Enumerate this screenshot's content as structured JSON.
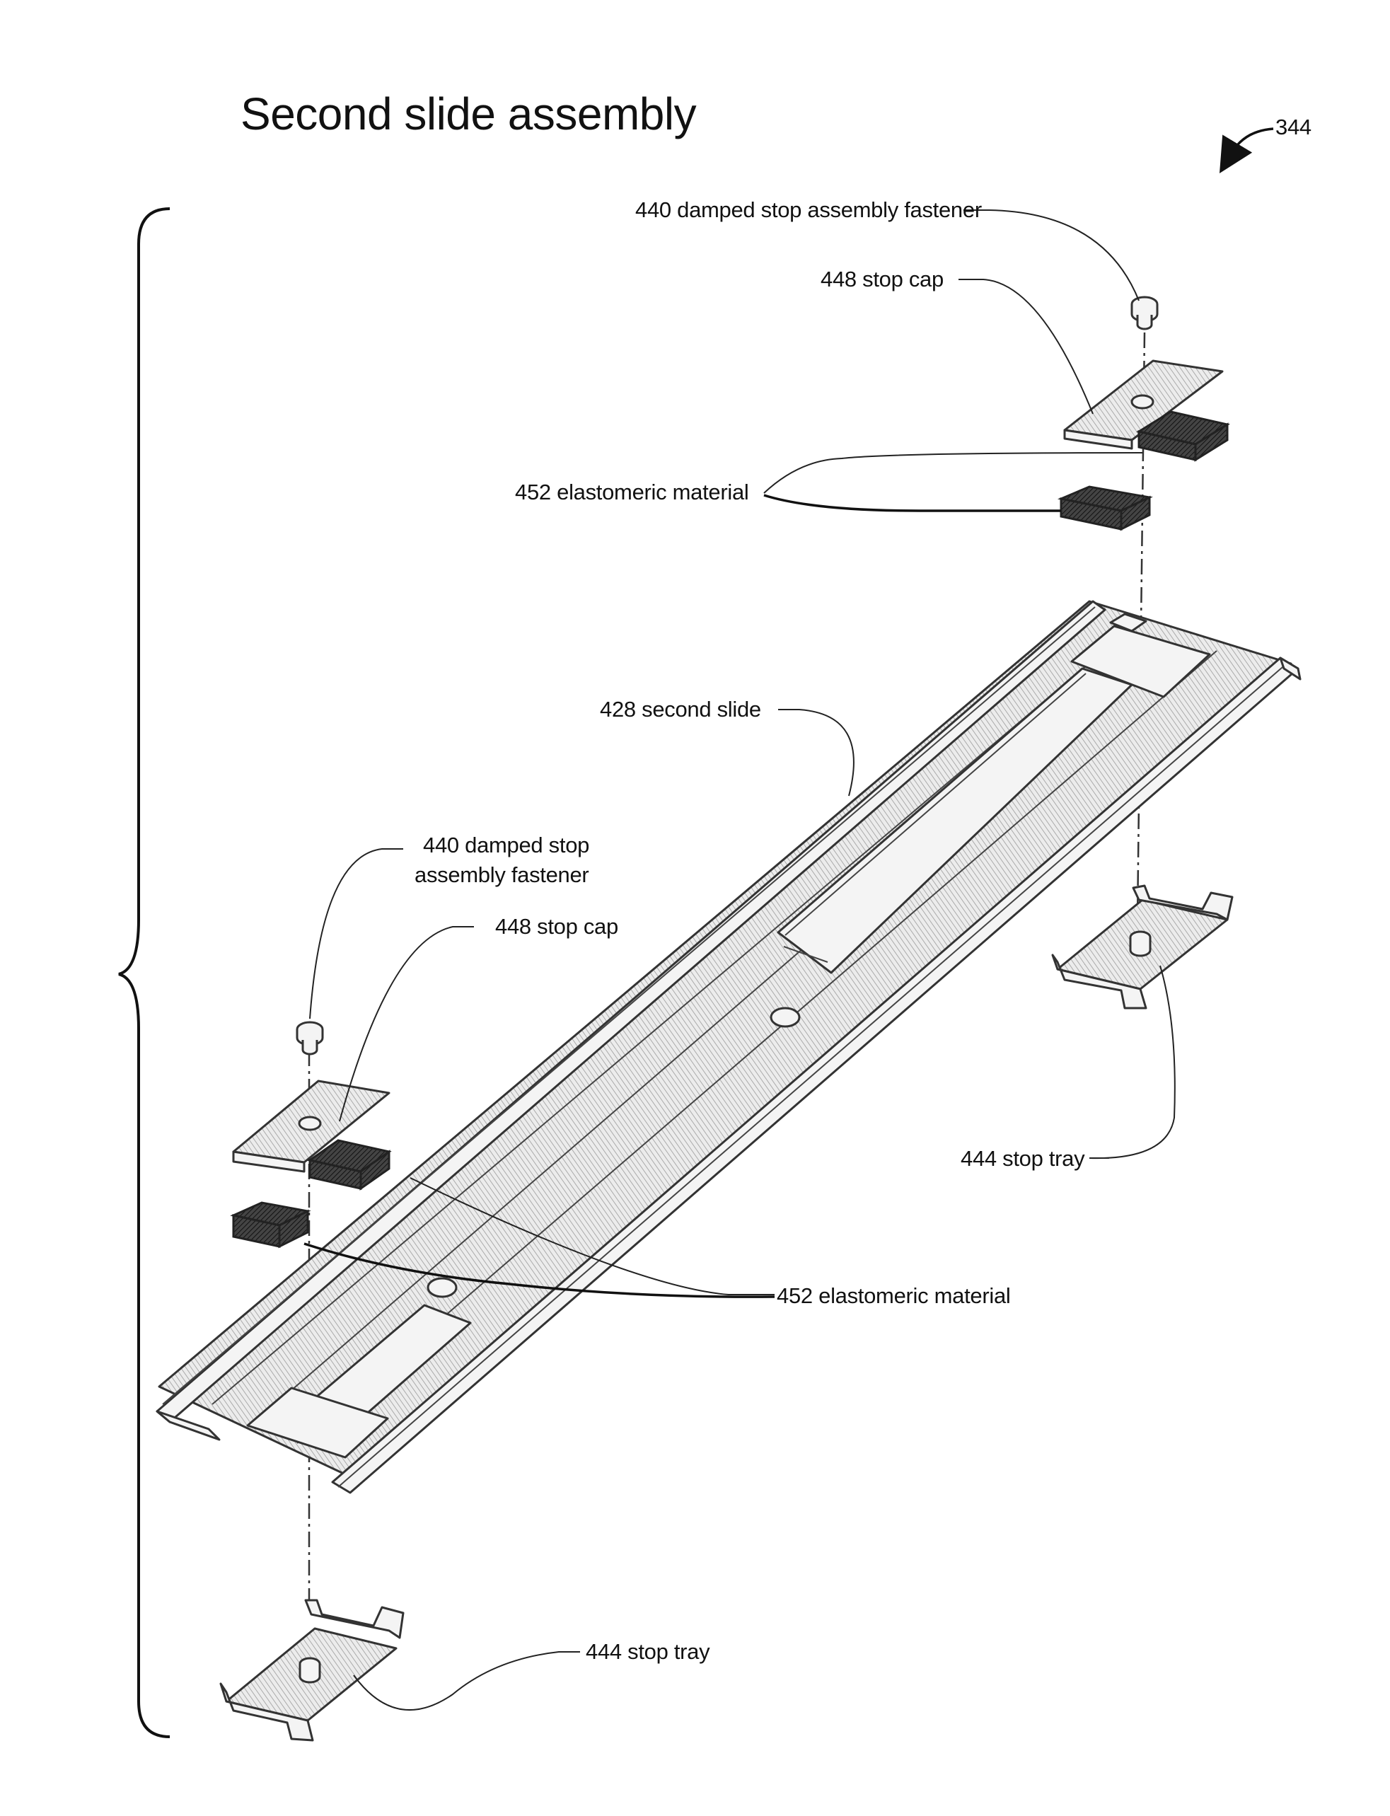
{
  "figure": {
    "title": "Second slide assembly",
    "reference_numeral": "344"
  },
  "labels": {
    "top_fastener": "440 damped stop assembly fastener",
    "top_stop_cap": "448 stop cap",
    "top_elastomeric": "452 elastomeric material",
    "second_slide": "428 second slide",
    "left_fastener_line1": "440 damped stop",
    "left_fastener_line2": "assembly fastener",
    "left_stop_cap": "448 stop cap",
    "right_stop_tray": "444 stop tray",
    "bottom_elastomeric": "452 elastomeric material",
    "bottom_stop_tray": "444 stop tray"
  },
  "colors": {
    "ink": "#111111",
    "background": "#ffffff"
  }
}
